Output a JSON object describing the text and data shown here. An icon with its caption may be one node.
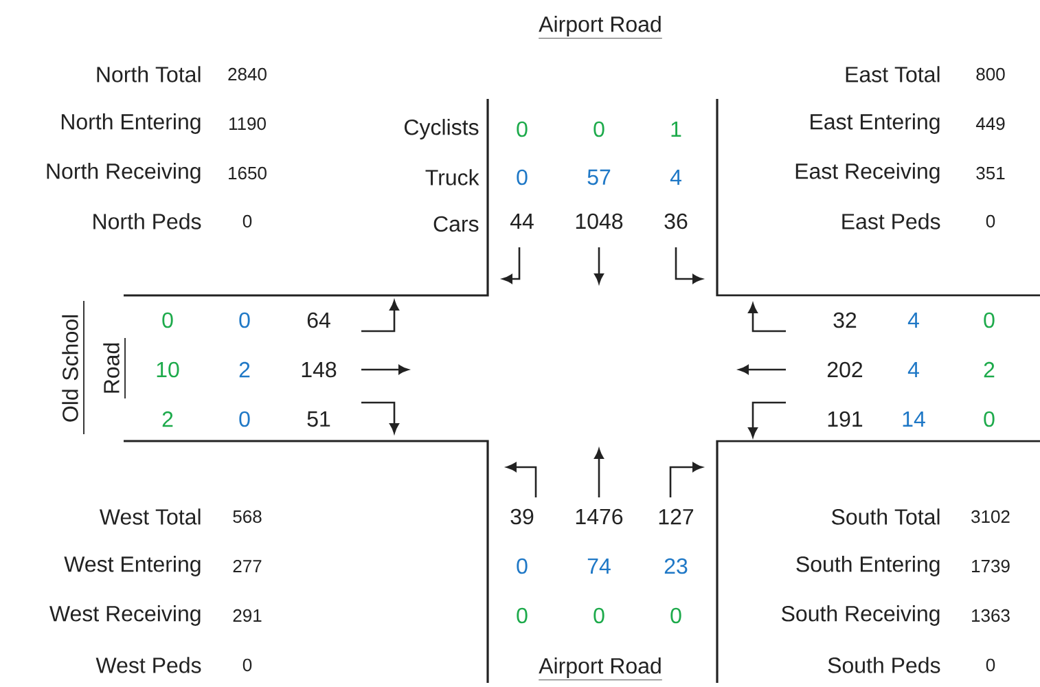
{
  "diagram": {
    "labels": [
      "Airport Road",
      "North Total",
      "2840",
      "East Total",
      "800",
      "North Entering",
      "1190",
      "Cyclists",
      "0",
      "0",
      "1",
      "East Entering",
      "449",
      "North Receiving",
      "1650",
      "Truck",
      "0",
      "57",
      "4",
      "East Receiving",
      "351",
      "North Peds",
      "0",
      "Cars",
      "44",
      "1048",
      "36",
      "East Peds",
      "0",
      "Old School Road",
      "0",
      "0",
      "64",
      "32",
      "4",
      "0",
      "10",
      "2",
      "148",
      "202",
      "4",
      "2",
      "2",
      "0",
      "51",
      "191",
      "14",
      "0",
      "West Total",
      "568",
      "39",
      "1476",
      "127",
      "South Total",
      "3102",
      "West Entering",
      "277",
      "0",
      "74",
      "23",
      "South Entering",
      "1739",
      "West Receiving",
      "291",
      "0",
      "0",
      "0",
      "South Receiving",
      "1363",
      "West Peds",
      "0",
      "Airport Road",
      "South Peds",
      "0"
    ]
  }
}
